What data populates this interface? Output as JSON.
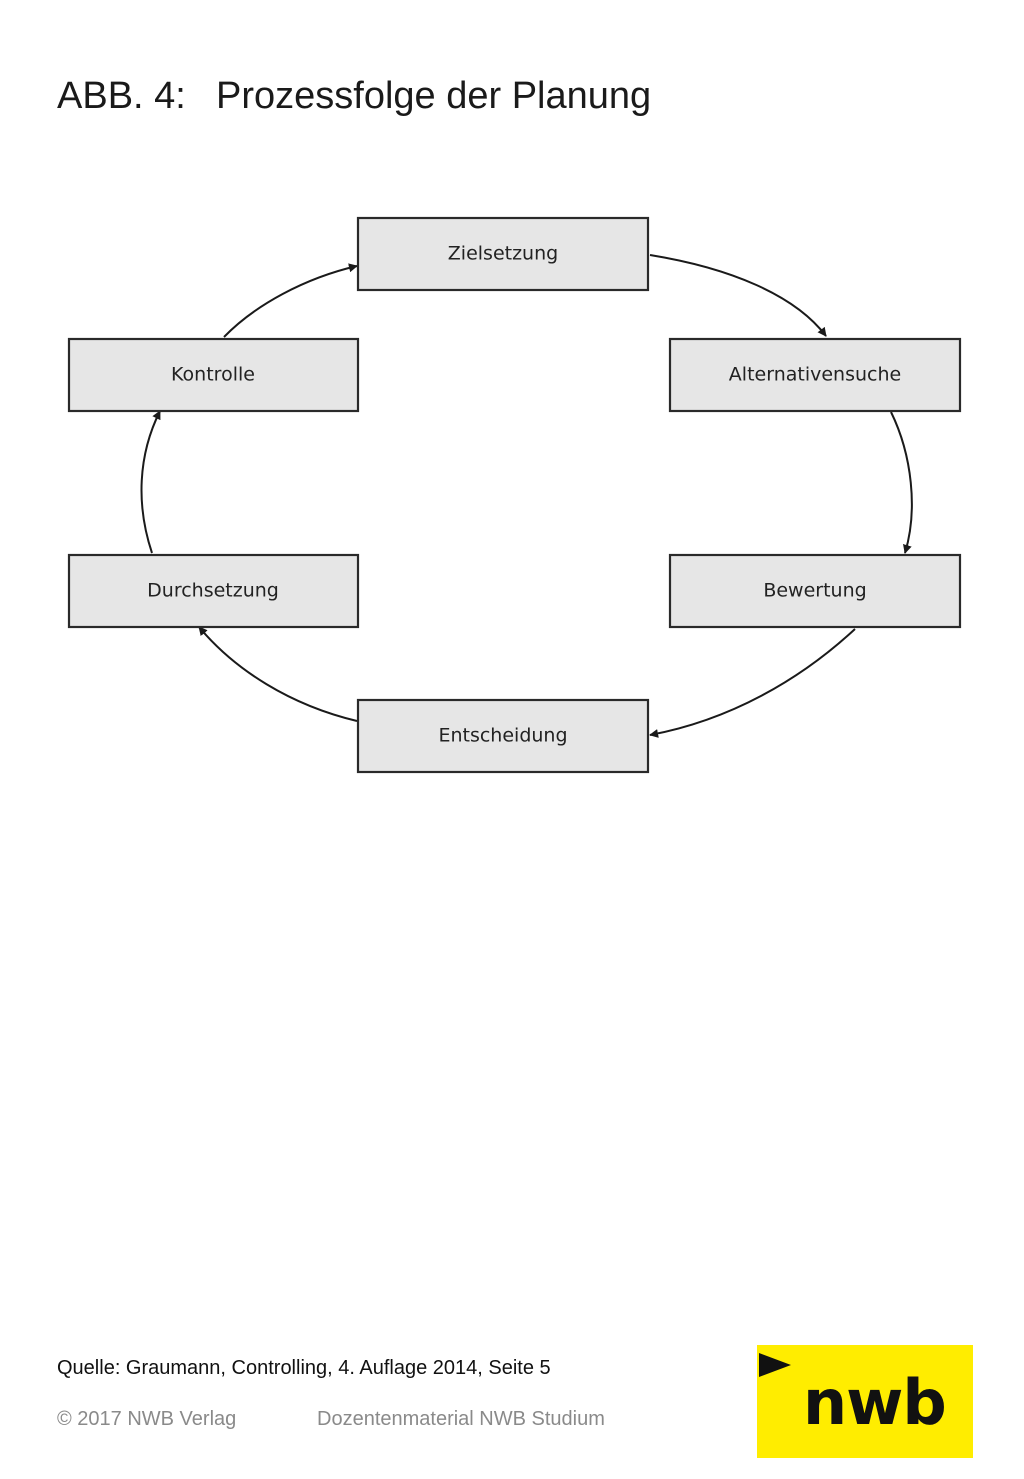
{
  "header": {
    "figure_number": "ABB. 4:",
    "title": "Prozessfolge der Planung"
  },
  "diagram": {
    "type": "cycle",
    "direction": "clockwise",
    "steps": [
      "Zielsetzung",
      "Alternativensuche",
      "Bewertung",
      "Entscheidung",
      "Durchsetzung",
      "Kontrolle"
    ],
    "colors": {
      "box_fill": "#e6e6e6",
      "box_border": "#2a2a2a",
      "arrow": "#1a1a1a"
    }
  },
  "source": "Quelle: Graumann, Controlling, 4. Auflage 2014, Seite 5",
  "footer": {
    "copyright": "© 2017 NWB Verlag",
    "material": "Dozentenmaterial NWB Studium"
  },
  "logo": {
    "text": "nwb",
    "background": "#ffed00",
    "icon": "play-triangle-icon"
  }
}
